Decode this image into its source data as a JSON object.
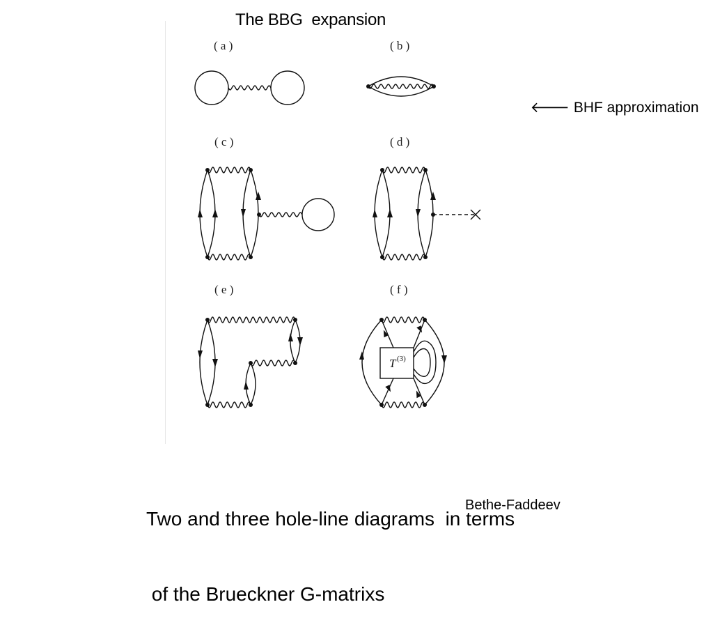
{
  "slide": {
    "title": "The BBG  expansion",
    "annotation": {
      "arrow": "arrow-left",
      "text": "BHF approximation"
    },
    "caption": {
      "line1": "Two and three hole-line diagrams  in terms",
      "line2": " of the Brueckner G-matrixs"
    },
    "side_note": "Bethe-Faddeev"
  },
  "diagrams": {
    "labels": [
      "( a )",
      "( b )",
      "( c )",
      "( d )",
      "( e )",
      "( f )"
    ],
    "box_label": "T",
    "box_superscript": "(3)"
  }
}
